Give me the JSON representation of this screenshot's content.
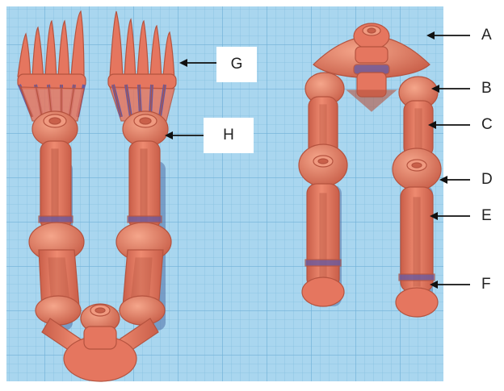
{
  "colors": {
    "background": "#ffffff",
    "grid_base": "#a9d6ef",
    "grid_line": "#86bfe0",
    "grid_major": "#6fb0d8",
    "bone_fill": "#e5765f",
    "bone_light": "#f09a80",
    "bone_dark": "#b5533f",
    "joint_band": "#6a5a9e",
    "shadow": "#4e6fa6",
    "arrow": "#111111",
    "label_text": "#222222"
  },
  "labels": {
    "A": "A",
    "B": "B",
    "C": "C",
    "D": "D",
    "E": "E",
    "F": "F",
    "G": "G",
    "H": "H"
  }
}
